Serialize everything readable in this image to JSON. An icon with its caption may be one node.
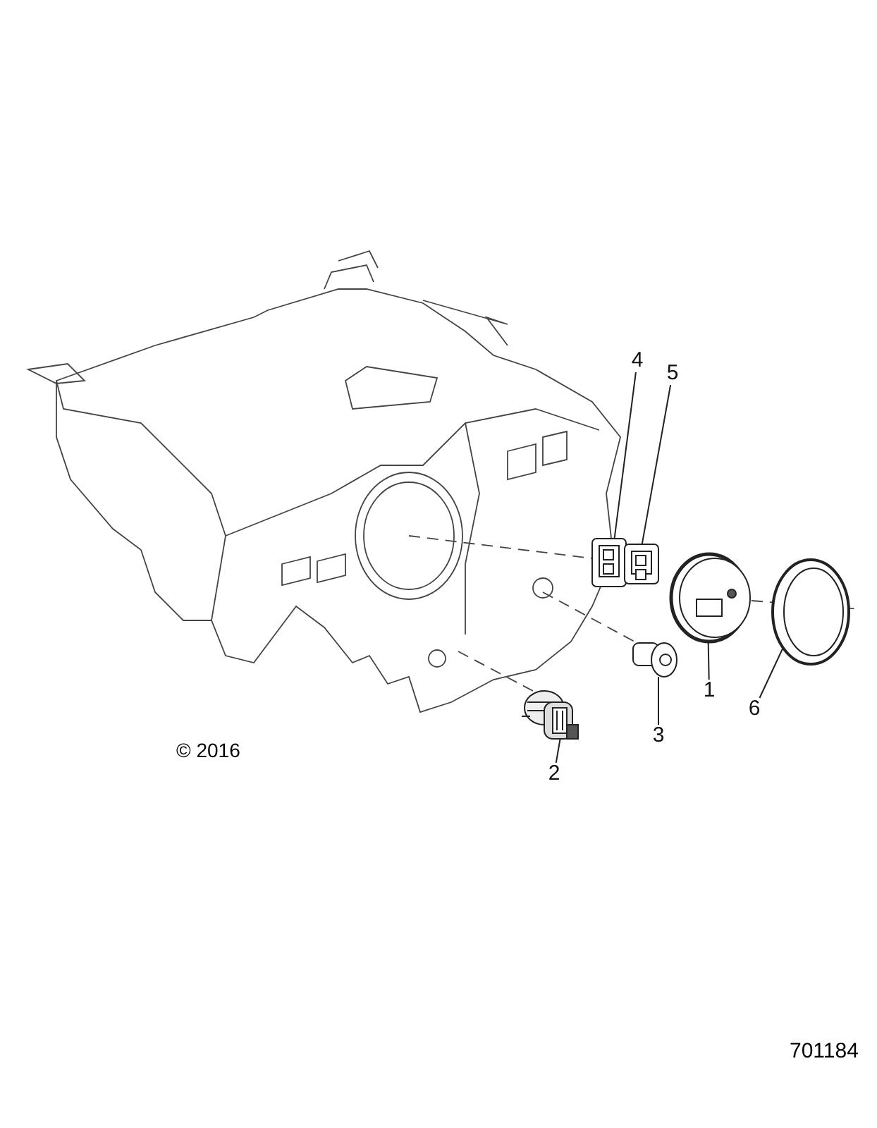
{
  "diagram": {
    "nodes": [
      {
        "text": [
          "4"
        ]
      },
      {
        "text": [
          "5"
        ]
      },
      {
        "text": [
          "1"
        ]
      },
      {
        "text": [
          "6"
        ]
      },
      {
        "text": [
          "3"
        ]
      },
      {
        "text": [
          "2"
        ]
      },
      {
        "text": [],
        "shape": "picture"
      },
      {
        "text": [],
        "shape": "picture"
      },
      {
        "text": [],
        "shape": "picture"
      },
      {
        "text": [],
        "shape": "picture"
      },
      {
        "text": [],
        "shape": "picture"
      },
      {
        "text": [],
        "shape": "picture"
      }
    ],
    "edges": [
      {
        "from": 0,
        "to": 6,
        "arrow": "none"
      },
      {
        "from": 1,
        "to": 7,
        "arrow": "none"
      },
      {
        "from": 2,
        "to": 8,
        "arrow": "none"
      },
      {
        "from": 3,
        "to": 9,
        "arrow": "none"
      },
      {
        "from": 4,
        "to": 10,
        "arrow": "none"
      },
      {
        "from": 5,
        "to": 11,
        "arrow": "none"
      }
    ],
    "labels": [
      "© 2016",
      "701184"
    ]
  }
}
